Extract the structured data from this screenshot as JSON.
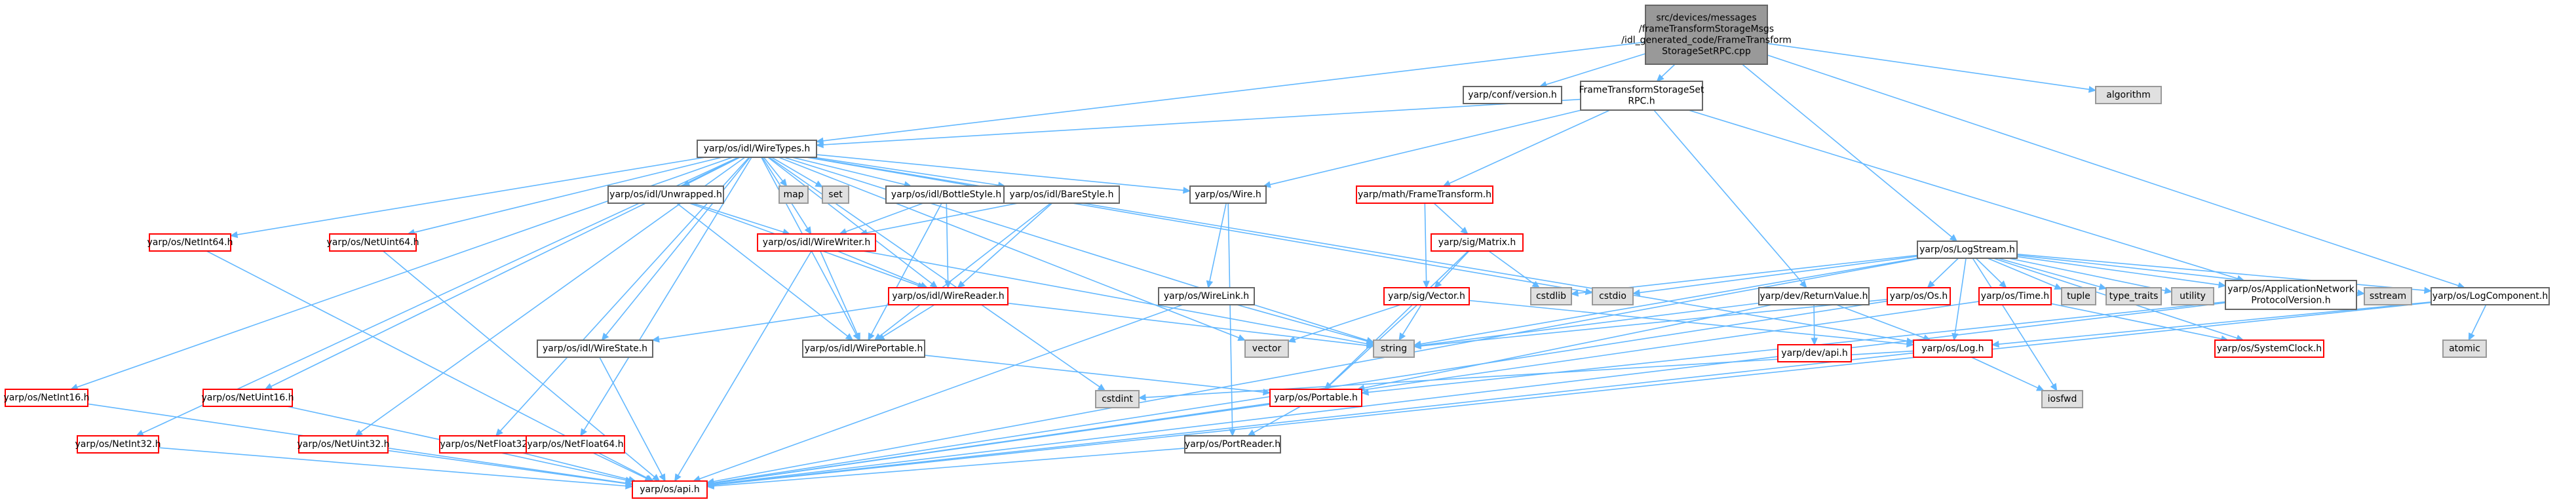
{
  "colors": {
    "edge": "#63b8ff",
    "root_fill": "#999999",
    "root_border": "#666666",
    "normal_border": "#666666",
    "documented_border": "#ff0000",
    "system_fill": "#e0e0e0",
    "system_border": "#999999",
    "node_fill": "#ffffff"
  },
  "nodes": [
    {
      "id": "root",
      "kind": "root",
      "lines": [
        "src/devices/messages",
        "/frameTransformStorageMsgs",
        "/idl_generated_code/FrameTransform",
        "StorageSetRPC.cpp"
      ]
    },
    {
      "id": "conf_version",
      "kind": "normal",
      "lines": [
        "yarp/conf/version.h"
      ]
    },
    {
      "id": "ftsrpc_h",
      "kind": "normal",
      "lines": [
        "FrameTransformStorageSet",
        "RPC.h"
      ]
    },
    {
      "id": "algorithm",
      "kind": "system",
      "lines": [
        "algorithm"
      ]
    },
    {
      "id": "wiretypes",
      "kind": "normal",
      "lines": [
        "yarp/os/idl/WireTypes.h"
      ]
    },
    {
      "id": "map",
      "kind": "system",
      "lines": [
        "map"
      ]
    },
    {
      "id": "set",
      "kind": "system",
      "lines": [
        "set"
      ]
    },
    {
      "id": "unwrapped",
      "kind": "normal",
      "lines": [
        "yarp/os/idl/Unwrapped.h"
      ]
    },
    {
      "id": "bottlestyle",
      "kind": "normal",
      "lines": [
        "yarp/os/idl/BottleStyle.h"
      ]
    },
    {
      "id": "barestyle",
      "kind": "normal",
      "lines": [
        "yarp/os/idl/BareStyle.h"
      ]
    },
    {
      "id": "wire",
      "kind": "normal",
      "lines": [
        "yarp/os/Wire.h"
      ]
    },
    {
      "id": "frametransform",
      "kind": "documented",
      "lines": [
        "yarp/math/FrameTransform.h"
      ]
    },
    {
      "id": "logstream",
      "kind": "normal",
      "lines": [
        "yarp/os/LogStream.h"
      ]
    },
    {
      "id": "netint64",
      "kind": "documented",
      "lines": [
        "yarp/os/NetInt64.h"
      ]
    },
    {
      "id": "netuint64",
      "kind": "documented",
      "lines": [
        "yarp/os/NetUint64.h"
      ]
    },
    {
      "id": "wirewriter",
      "kind": "documented",
      "lines": [
        "yarp/os/idl/WireWriter.h"
      ]
    },
    {
      "id": "matrix",
      "kind": "documented",
      "lines": [
        "yarp/sig/Matrix.h"
      ]
    },
    {
      "id": "wirereader",
      "kind": "documented",
      "lines": [
        "yarp/os/idl/WireReader.h"
      ]
    },
    {
      "id": "wirelink",
      "kind": "normal",
      "lines": [
        "yarp/os/WireLink.h"
      ]
    },
    {
      "id": "vector",
      "kind": "documented",
      "lines": [
        "yarp/sig/Vector.h"
      ]
    },
    {
      "id": "cstdlib",
      "kind": "system",
      "lines": [
        "cstdlib"
      ]
    },
    {
      "id": "cstdio",
      "kind": "system",
      "lines": [
        "cstdio"
      ]
    },
    {
      "id": "returnvalue",
      "kind": "normal",
      "lines": [
        "yarp/dev/ReturnValue.h"
      ]
    },
    {
      "id": "os_os",
      "kind": "documented",
      "lines": [
        "yarp/os/Os.h"
      ]
    },
    {
      "id": "os_time",
      "kind": "documented",
      "lines": [
        "yarp/os/Time.h"
      ]
    },
    {
      "id": "tuple",
      "kind": "system",
      "lines": [
        "tuple"
      ]
    },
    {
      "id": "type_traits",
      "kind": "system",
      "lines": [
        "type_traits"
      ]
    },
    {
      "id": "utility",
      "kind": "system",
      "lines": [
        "utility"
      ]
    },
    {
      "id": "appnetver",
      "kind": "normal",
      "lines": [
        "yarp/os/ApplicationNetwork",
        "ProtocolVersion.h"
      ]
    },
    {
      "id": "sstream",
      "kind": "system",
      "lines": [
        "sstream"
      ]
    },
    {
      "id": "logcomponent",
      "kind": "normal",
      "lines": [
        "yarp/os/LogComponent.h"
      ]
    },
    {
      "id": "wirestate",
      "kind": "normal",
      "lines": [
        "yarp/os/idl/WireState.h"
      ]
    },
    {
      "id": "wireportable",
      "kind": "normal",
      "lines": [
        "yarp/os/idl/WirePortable.h"
      ]
    },
    {
      "id": "vec_std",
      "kind": "system",
      "lines": [
        "vector"
      ]
    },
    {
      "id": "string",
      "kind": "system",
      "lines": [
        "string"
      ]
    },
    {
      "id": "dev_api",
      "kind": "documented",
      "lines": [
        "yarp/dev/api.h"
      ]
    },
    {
      "id": "os_log",
      "kind": "documented",
      "lines": [
        "yarp/os/Log.h"
      ]
    },
    {
      "id": "systemclock",
      "kind": "documented",
      "lines": [
        "yarp/os/SystemClock.h"
      ]
    },
    {
      "id": "atomic",
      "kind": "system",
      "lines": [
        "atomic"
      ]
    },
    {
      "id": "netint16",
      "kind": "documented",
      "lines": [
        "yarp/os/NetInt16.h"
      ]
    },
    {
      "id": "netuint16",
      "kind": "documented",
      "lines": [
        "yarp/os/NetUint16.h"
      ]
    },
    {
      "id": "cstdint",
      "kind": "system",
      "lines": [
        "cstdint"
      ]
    },
    {
      "id": "portable",
      "kind": "documented",
      "lines": [
        "yarp/os/Portable.h"
      ]
    },
    {
      "id": "iosfwd",
      "kind": "system",
      "lines": [
        "iosfwd"
      ]
    },
    {
      "id": "netint32",
      "kind": "documented",
      "lines": [
        "yarp/os/NetInt32.h"
      ]
    },
    {
      "id": "netuint32",
      "kind": "documented",
      "lines": [
        "yarp/os/NetUint32.h"
      ]
    },
    {
      "id": "netfloat32",
      "kind": "documented",
      "lines": [
        "yarp/os/NetFloat32.h"
      ]
    },
    {
      "id": "netfloat64",
      "kind": "documented",
      "lines": [
        "yarp/os/NetFloat64.h"
      ]
    },
    {
      "id": "portreader",
      "kind": "normal",
      "lines": [
        "yarp/os/PortReader.h"
      ]
    },
    {
      "id": "os_api",
      "kind": "documented",
      "lines": [
        "yarp/os/api.h"
      ]
    }
  ],
  "edges": [
    [
      "root",
      "conf_version"
    ],
    [
      "root",
      "ftsrpc_h"
    ],
    [
      "root",
      "algorithm"
    ],
    [
      "root",
      "wiretypes"
    ],
    [
      "root",
      "logstream"
    ],
    [
      "root",
      "logcomponent"
    ],
    [
      "ftsrpc_h",
      "wiretypes"
    ],
    [
      "ftsrpc_h",
      "wire"
    ],
    [
      "ftsrpc_h",
      "frametransform"
    ],
    [
      "ftsrpc_h",
      "returnvalue"
    ],
    [
      "ftsrpc_h",
      "appnetver"
    ],
    [
      "wiretypes",
      "map"
    ],
    [
      "wiretypes",
      "set"
    ],
    [
      "wiretypes",
      "unwrapped"
    ],
    [
      "wiretypes",
      "bottlestyle"
    ],
    [
      "wiretypes",
      "barestyle"
    ],
    [
      "wiretypes",
      "wire"
    ],
    [
      "wiretypes",
      "netint64"
    ],
    [
      "wiretypes",
      "netuint64"
    ],
    [
      "wiretypes",
      "netint16"
    ],
    [
      "wiretypes",
      "netuint16"
    ],
    [
      "wiretypes",
      "netint32"
    ],
    [
      "wiretypes",
      "netuint32"
    ],
    [
      "wiretypes",
      "netfloat32"
    ],
    [
      "wiretypes",
      "netfloat64"
    ],
    [
      "wiretypes",
      "wirewriter"
    ],
    [
      "wiretypes",
      "wirereader"
    ],
    [
      "wiretypes",
      "wirestate"
    ],
    [
      "wiretypes",
      "wireportable"
    ],
    [
      "wiretypes",
      "vec_std"
    ],
    [
      "wiretypes",
      "string"
    ],
    [
      "wiretypes",
      "cstdint"
    ],
    [
      "wiretypes",
      "cstdio"
    ],
    [
      "wiretypes",
      "os_log"
    ],
    [
      "unwrapped",
      "wirewriter"
    ],
    [
      "unwrapped",
      "wirereader"
    ],
    [
      "unwrapped",
      "wireportable"
    ],
    [
      "bottlestyle",
      "wirewriter"
    ],
    [
      "bottlestyle",
      "wirereader"
    ],
    [
      "bottlestyle",
      "wireportable"
    ],
    [
      "barestyle",
      "wirewriter"
    ],
    [
      "barestyle",
      "wirereader"
    ],
    [
      "barestyle",
      "wireportable"
    ],
    [
      "wirewriter",
      "wirereader"
    ],
    [
      "wirewriter",
      "wireportable"
    ],
    [
      "wirewriter",
      "string"
    ],
    [
      "wirewriter",
      "os_api"
    ],
    [
      "wirereader",
      "wireportable"
    ],
    [
      "wirereader",
      "wirestate"
    ],
    [
      "wirereader",
      "string"
    ],
    [
      "wire",
      "wirelink"
    ],
    [
      "wire",
      "portreader"
    ],
    [
      "wirelink",
      "string"
    ],
    [
      "wirelink",
      "os_api"
    ],
    [
      "frametransform",
      "matrix"
    ],
    [
      "frametransform",
      "vector"
    ],
    [
      "matrix",
      "vector"
    ],
    [
      "matrix",
      "cstdlib"
    ],
    [
      "matrix",
      "portable"
    ],
    [
      "vector",
      "vec_std"
    ],
    [
      "vector",
      "string"
    ],
    [
      "vector",
      "portable"
    ],
    [
      "vector",
      "os_log"
    ],
    [
      "logstream",
      "cstdlib"
    ],
    [
      "logstream",
      "cstdio"
    ],
    [
      "logstream",
      "os_os"
    ],
    [
      "logstream",
      "os_time"
    ],
    [
      "logstream",
      "tuple"
    ],
    [
      "logstream",
      "type_traits"
    ],
    [
      "logstream",
      "utility"
    ],
    [
      "logstream",
      "appnetver"
    ],
    [
      "logstream",
      "sstream"
    ],
    [
      "logstream",
      "logcomponent"
    ],
    [
      "logstream",
      "string"
    ],
    [
      "logstream",
      "os_log"
    ],
    [
      "logstream",
      "systemclock"
    ],
    [
      "logstream",
      "iosfwd"
    ],
    [
      "logstream",
      "os_api"
    ],
    [
      "returnvalue",
      "string"
    ],
    [
      "returnvalue",
      "dev_api"
    ],
    [
      "returnvalue",
      "os_log"
    ],
    [
      "returnvalue",
      "portable"
    ],
    [
      "os_os",
      "string"
    ],
    [
      "os_os",
      "os_api"
    ],
    [
      "os_time",
      "systemclock"
    ],
    [
      "os_time",
      "os_api"
    ],
    [
      "appnetver",
      "os_api"
    ],
    [
      "appnetver",
      "portable"
    ],
    [
      "logcomponent",
      "os_log"
    ],
    [
      "logcomponent",
      "atomic"
    ],
    [
      "logcomponent",
      "os_api"
    ],
    [
      "os_log",
      "iosfwd"
    ],
    [
      "os_log",
      "cstdint"
    ],
    [
      "os_log",
      "os_api"
    ],
    [
      "wireportable",
      "portable"
    ],
    [
      "wirestate",
      "os_api"
    ],
    [
      "portable",
      "portreader"
    ],
    [
      "portable",
      "os_api"
    ],
    [
      "portreader",
      "os_api"
    ],
    [
      "netint64",
      "os_api"
    ],
    [
      "netuint64",
      "os_api"
    ],
    [
      "netint16",
      "os_api"
    ],
    [
      "netuint16",
      "os_api"
    ],
    [
      "netint32",
      "os_api"
    ],
    [
      "netuint32",
      "os_api"
    ],
    [
      "netfloat32",
      "os_api"
    ],
    [
      "netfloat64",
      "os_api"
    ]
  ]
}
